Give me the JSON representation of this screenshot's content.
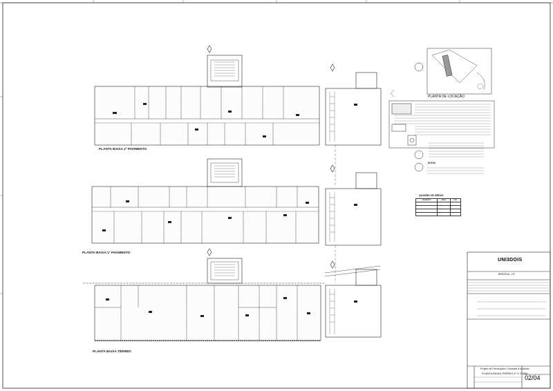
{
  "plans": {
    "second_floor": {
      "title": "PLANTA BAIXA 2º PAVIMENTO"
    },
    "first_floor": {
      "title": "PLANTA BAIXA 1º PAVIMENTO"
    },
    "ground_floor": {
      "title": "PLANTA BAIXA TÉRREO"
    }
  },
  "location_plan": {
    "title": "PLANTA DE LOCAÇÃO"
  },
  "areas_table": {
    "title": "QUADRO DE ÁREAS",
    "headers": [
      "PAVIMENTO",
      "ÁREA",
      "OBS"
    ]
  },
  "notes": {
    "title": "NOTAS"
  },
  "title_block": {
    "logo": "UNI3DOIS",
    "location": "BRASÍLIA - DF",
    "project_title": "Projeto de Prevenção e Combate a Incêndio",
    "sheet_title": "PLANTA BAIXA TÉRREO,1º e 2º PAV.",
    "sheet_number": "02/04"
  },
  "colors": {
    "line": "#222222",
    "paper": "#ffffff",
    "hatch": "#555555"
  }
}
